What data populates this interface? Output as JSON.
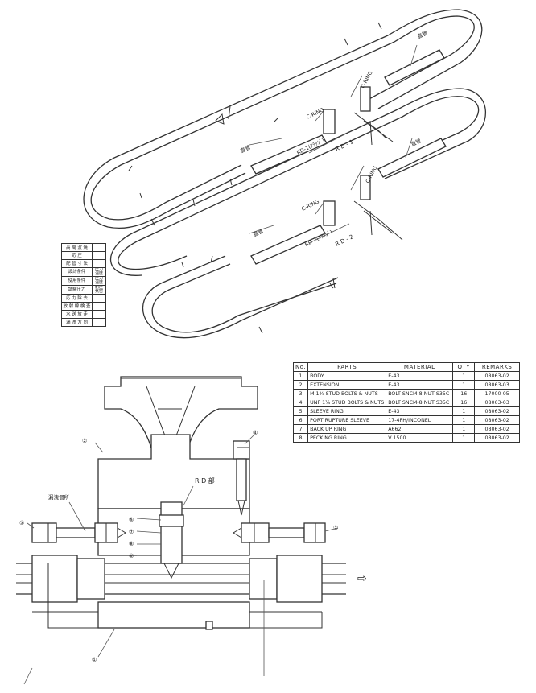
{
  "upper_diagram": {
    "labels": {
      "straight_pipe": "直管",
      "c_ring": "C-RING",
      "rd1_tag": "RD-1(ﾌﾗｯｼﾞ)",
      "rd1": "R D - 1",
      "rd2_tag": "RD-2(ﾌﾗｯｼﾞ)",
      "rd2": "R D - 2"
    }
  },
  "legend": {
    "rows": [
      {
        "label": "高 周 波 焼"
      },
      {
        "label": "応      圧"
      },
      {
        "label": "配 管 寸 法"
      },
      {
        "label": "設計条件",
        "sub": [
          "圧力",
          "温度"
        ]
      },
      {
        "label": "使用条件",
        "sub": [
          "圧力",
          "温度"
        ]
      },
      {
        "label": "試験圧力",
        "sub": [
          "耐圧",
          "気密"
        ]
      },
      {
        "label": "応 力 除 去"
      },
      {
        "label": "放 射 線 検 査"
      },
      {
        "label": "水 送 放 走"
      },
      {
        "label": "漏 洩 方 向"
      }
    ]
  },
  "parts_table": {
    "headers": [
      "No.",
      "PARTS",
      "MATERIAL",
      "QTY",
      "REMARKS"
    ],
    "rows": [
      {
        "no": "1",
        "part": "BODY",
        "material": "E-43",
        "qty": "1",
        "remarks": "08063-02"
      },
      {
        "no": "2",
        "part": "EXTENSION",
        "material": "E-43",
        "qty": "1",
        "remarks": "08063-03"
      },
      {
        "no": "3",
        "part": "M 1¾ STUD BOLTS & NUTS",
        "material": "BOLT SNCM-8 NUT S35C",
        "qty": "16",
        "remarks": "17000-05"
      },
      {
        "no": "4",
        "part": "UNF 1¼ STUD BOLTS & NUTS",
        "material": "BOLT SNCM-8 NUT S35C",
        "qty": "16",
        "remarks": "08063-03"
      },
      {
        "no": "5",
        "part": "SLEEVE RING",
        "material": "E-43",
        "qty": "1",
        "remarks": "08063-02"
      },
      {
        "no": "6",
        "part": "PORT RUPTURE SLEEVE",
        "material": "17-4PH/INCONEL",
        "qty": "1",
        "remarks": "08063-02"
      },
      {
        "no": "7",
        "part": "BACK UP RING",
        "material": "A662",
        "qty": "1",
        "remarks": "08063-02"
      },
      {
        "no": "8",
        "part": "PECKING RING",
        "material": "V 1500",
        "qty": "1",
        "remarks": "08063-02"
      }
    ]
  },
  "lower_diagram": {
    "labels": {
      "rd_part": "R D 部",
      "leak_point": "漏洩個所",
      "flow_arrow": "⇨"
    },
    "callouts": [
      "①",
      "②",
      "③",
      "④",
      "⑤",
      "⑥",
      "⑦",
      "⑧"
    ]
  }
}
